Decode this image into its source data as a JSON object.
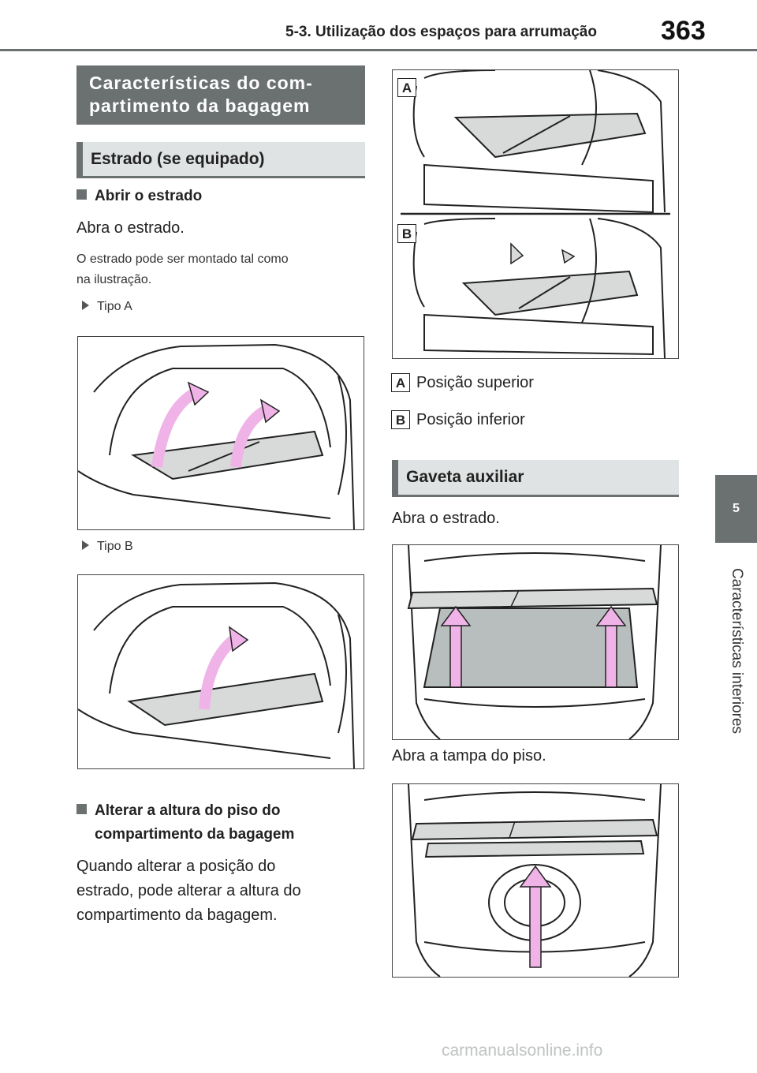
{
  "header": {
    "section_title": "5-3. Utilização dos espaços para arrumação",
    "page_number": "363"
  },
  "side_tab": {
    "chapter_number": "5",
    "chapter_title": "Características interiores"
  },
  "left": {
    "main_heading": "Características do com-partimento da bagagem",
    "main_heading_line1": "Características do com-",
    "main_heading_line2": "partimento da bagagem",
    "sub_heading": "Estrado (se equipado)",
    "open_heading": "Abrir o estrado",
    "open_text": "Abra o estrado.",
    "open_note_line1": "O estrado pode ser montado tal como",
    "open_note_line2": "na ilustração.",
    "type_a": "Tipo A",
    "type_b": "Tipo B",
    "height_heading_line1": "Alterar a altura do piso do",
    "height_heading_line2": "compartimento da bagagem",
    "height_text_line1": "Quando alterar a posição do",
    "height_text_line2": "estrado, pode alterar a altura do",
    "height_text_line3": "compartimento da bagagem."
  },
  "right": {
    "label_a": "A",
    "label_b": "B",
    "legend": [
      {
        "label": "A",
        "text": "Posição superior"
      },
      {
        "label": "B",
        "text": "Posição inferior"
      }
    ],
    "aux_heading": "Gaveta auxiliar",
    "aux_text1": "Abra o estrado.",
    "aux_text2": "Abra a tampa do piso."
  },
  "watermark": "carmanualsonline.info",
  "colors": {
    "header_gray": "#6b7070",
    "light_gray": "#e0e3e3",
    "arrow_pink": "#f0b3e8"
  }
}
